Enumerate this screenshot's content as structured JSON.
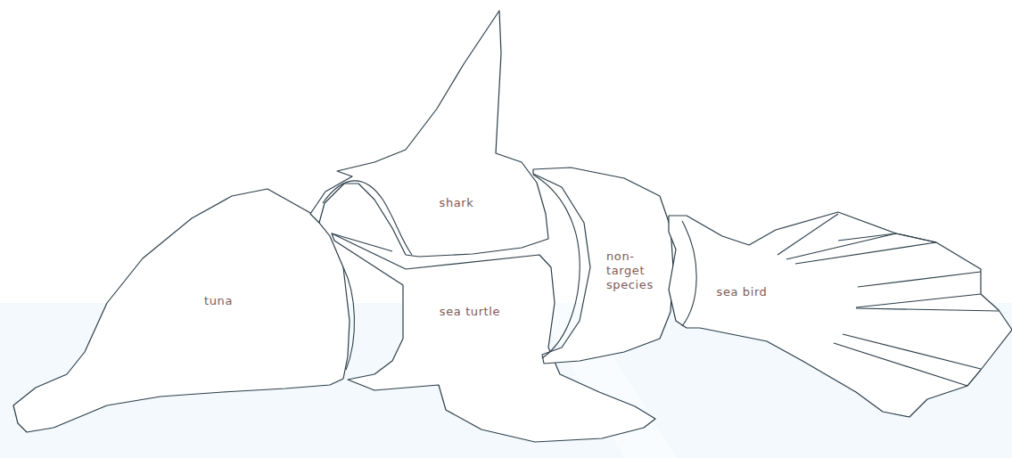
{
  "diagram": {
    "nodes": [
      {
        "text": [
          "tuna"
        ]
      },
      {
        "text": [
          "shark"
        ]
      },
      {
        "text": [
          "sea turtle"
        ]
      },
      {
        "text": [
          "non-target species"
        ]
      },
      {
        "text": [
          "sea bird"
        ]
      }
    ]
  }
}
